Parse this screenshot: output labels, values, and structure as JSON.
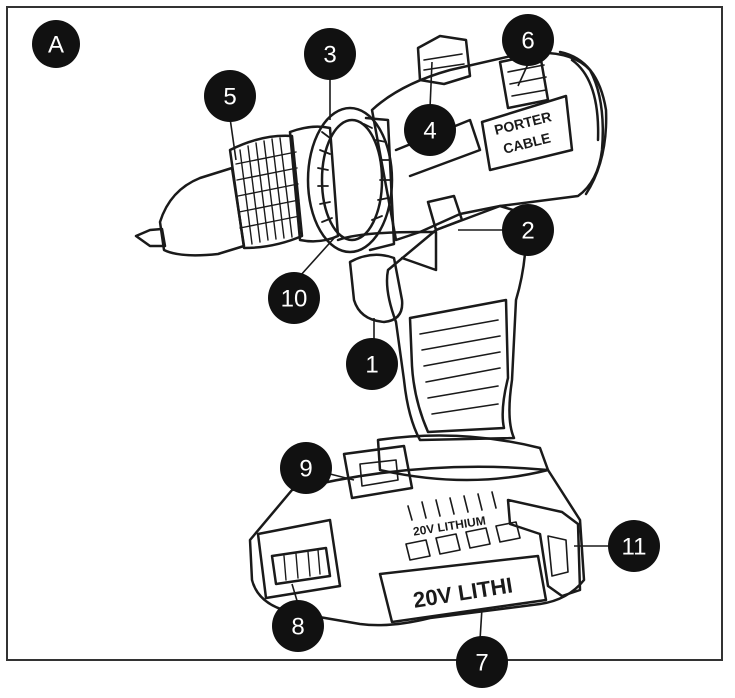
{
  "figure": {
    "panel_label": "A",
    "brand_text_line1": "PORTER",
    "brand_text_line2": "CABLE",
    "battery_badge_top": "20V LITHIUM",
    "battery_badge_side": "20V LITHI"
  },
  "callouts": [
    {
      "id": "c1",
      "label": "1"
    },
    {
      "id": "c2",
      "label": "2"
    },
    {
      "id": "c3",
      "label": "3"
    },
    {
      "id": "c4",
      "label": "4"
    },
    {
      "id": "c5",
      "label": "5"
    },
    {
      "id": "c6",
      "label": "6"
    },
    {
      "id": "c7",
      "label": "7"
    },
    {
      "id": "c8",
      "label": "8"
    },
    {
      "id": "c9",
      "label": "9"
    },
    {
      "id": "c10",
      "label": "10"
    },
    {
      "id": "c11",
      "label": "11"
    }
  ],
  "colors": {
    "callout_fill": "#111111",
    "callout_text": "#ffffff",
    "line": "#1a1a1a",
    "frame": "#333333"
  }
}
